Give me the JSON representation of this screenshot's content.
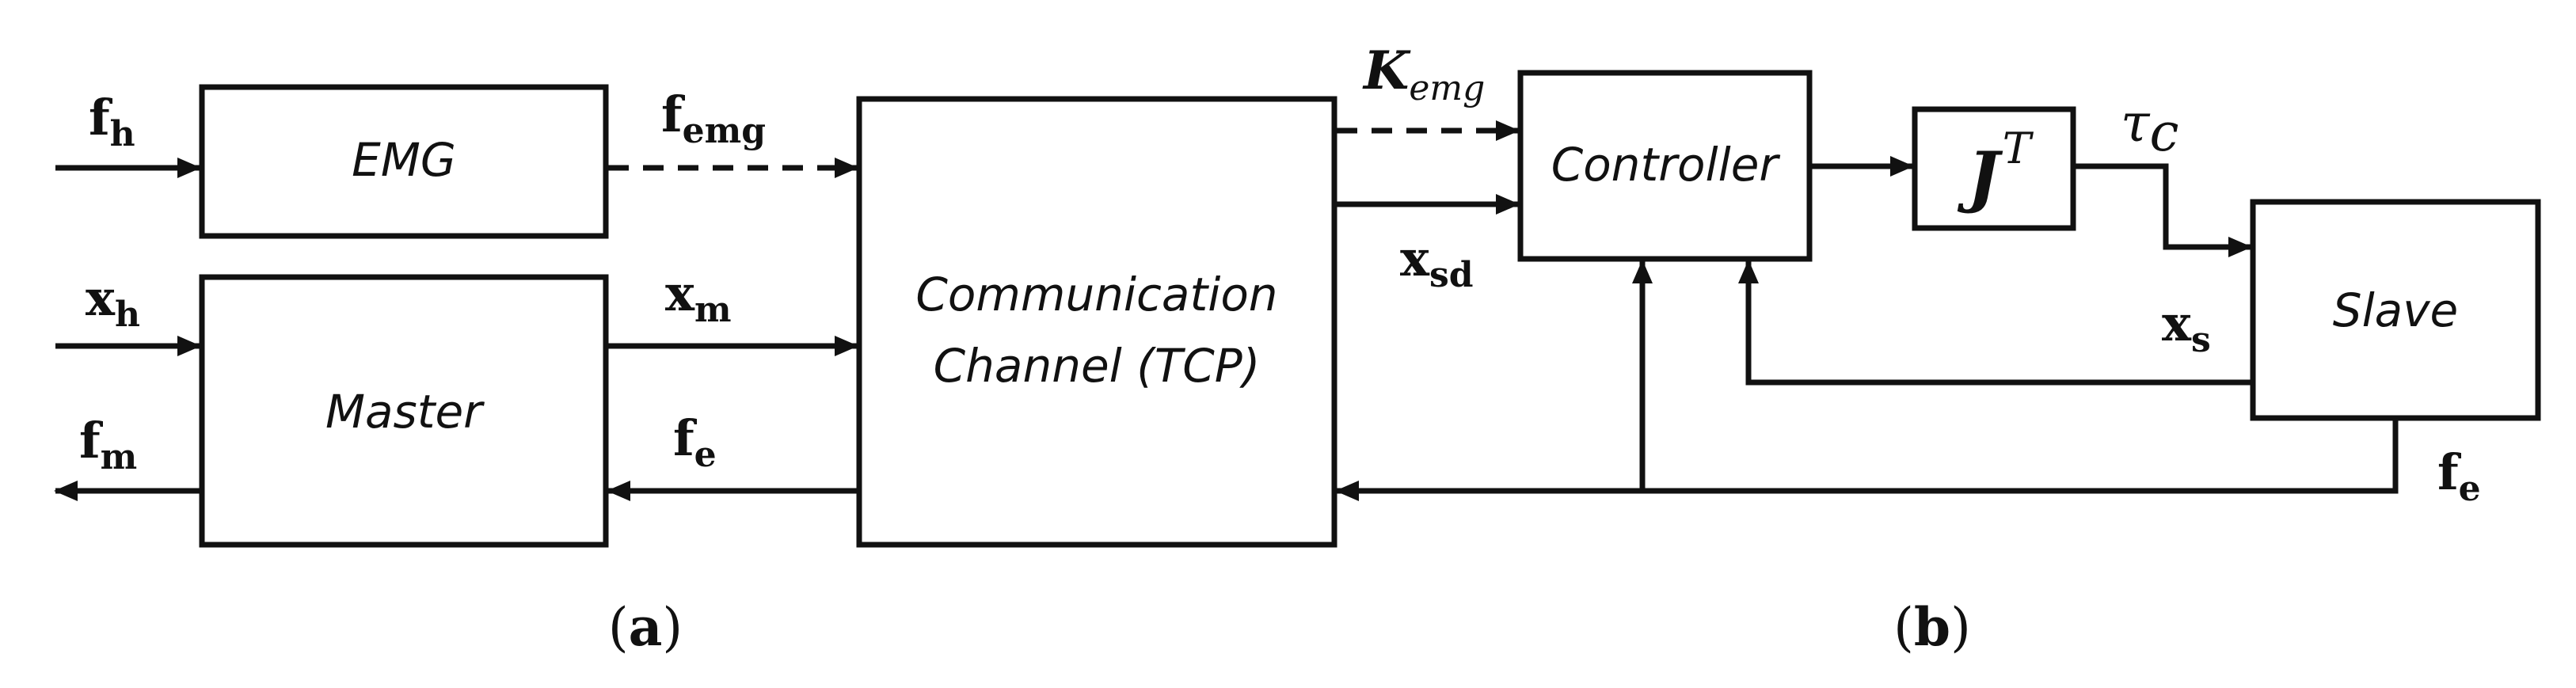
{
  "blocks": {
    "emg": "EMG",
    "master": "Master",
    "channel_line1": "Communication",
    "channel_line2": "Channel (TCP)",
    "controller": "Controller",
    "jacobian": "J",
    "jacobian_sup": "T",
    "slave": "Slave"
  },
  "signals": {
    "f_h": {
      "base": "f",
      "sub": "h"
    },
    "x_h": {
      "base": "x",
      "sub": "h"
    },
    "f_m": {
      "base": "f",
      "sub": "m"
    },
    "f_emg": {
      "base": "f",
      "sub": "emg"
    },
    "x_m": {
      "base": "x",
      "sub": "m"
    },
    "f_e_left": {
      "base": "f",
      "sub": "e"
    },
    "K_emg": {
      "base": "K",
      "sub": "emg"
    },
    "x_sd": {
      "base": "x",
      "sub": "sd"
    },
    "tau_c": {
      "base": "τ",
      "sub": "c"
    },
    "x_s": {
      "base": "x",
      "sub": "s"
    },
    "f_e_right": {
      "base": "f",
      "sub": "e"
    }
  },
  "captions": {
    "a": {
      "open": "(",
      "letter": "a",
      "close": ")"
    },
    "b": {
      "open": "(",
      "letter": "b",
      "close": ")"
    }
  }
}
